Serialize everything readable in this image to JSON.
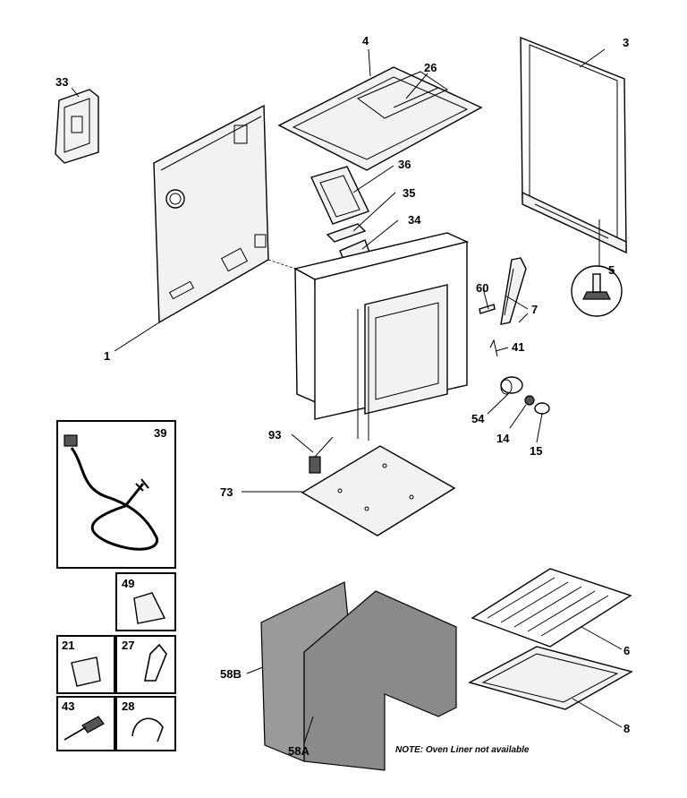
{
  "header_text": "",
  "labels": {
    "p1": "1",
    "p3": "3",
    "p4": "4",
    "p5": "5",
    "p6": "6",
    "p7": "7",
    "p8": "8",
    "p14": "14",
    "p15": "15",
    "p21": "21",
    "p26": "26",
    "p27": "27",
    "p28": "28",
    "p33": "33",
    "p34": "34",
    "p35": "35",
    "p36": "36",
    "p39": "39",
    "p41": "41",
    "p43": "43",
    "p49": "49",
    "p54": "54",
    "p58a": "58A",
    "p58b": "58B",
    "p60": "60",
    "p73": "73",
    "p93": "93"
  },
  "note": "NOTE: Oven Liner not available"
}
